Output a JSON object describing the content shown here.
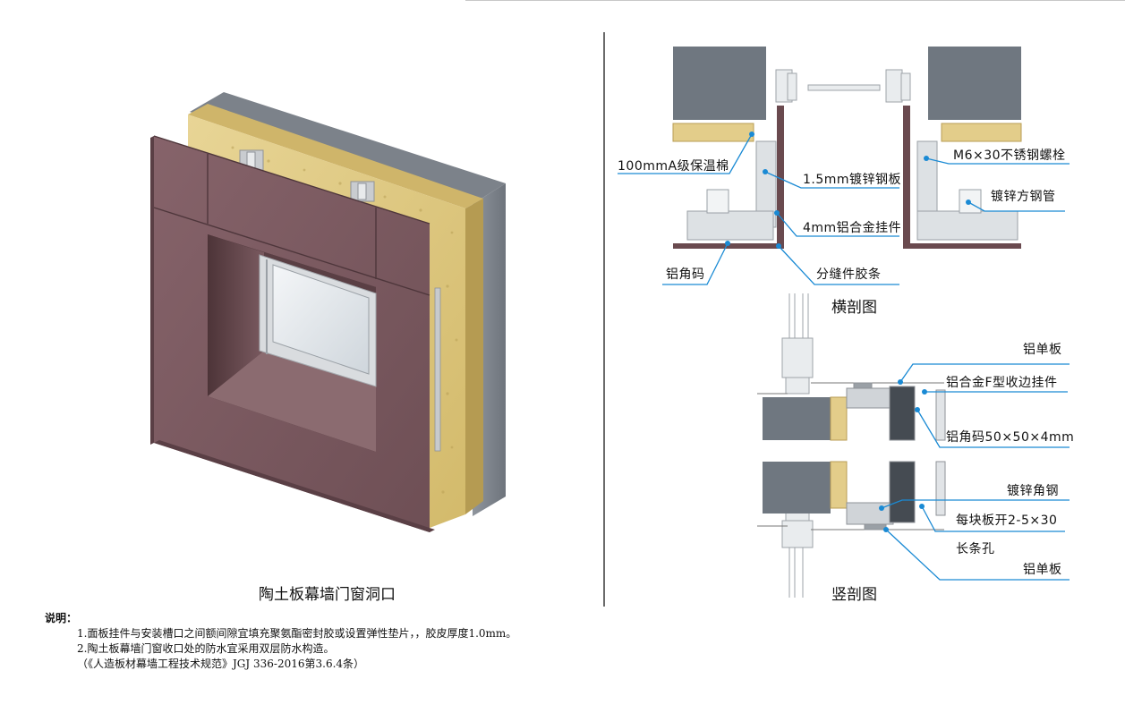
{
  "colors": {
    "panel": "#7d5a60",
    "panel_dark": "#5e4147",
    "insulation": "#e3cd8a",
    "wall": "#8a9099",
    "leader": "#1a8ad4",
    "divider": "#6b6b6b"
  },
  "left": {
    "caption": "陶土板幕墙门窗洞口"
  },
  "right": {
    "horizontal": {
      "caption": "横剖图",
      "labels": {
        "insulation": "100mmA级保温棉",
        "steel_plate": "1.5mm镀锌钢板",
        "bolt": "M6×30不锈钢螺栓",
        "square_tube": "镀锌方钢管",
        "hanger": "4mm铝合金挂件",
        "angle_code": "铝角码",
        "joint_strip": "分缝件胶条"
      }
    },
    "vertical": {
      "caption": "竖剖图",
      "labels": {
        "single_panel_top": "铝单板",
        "f_hanger": "铝合金F型收边挂件",
        "angle_code": "铝角码50×50×4mm",
        "angle_steel": "镀锌角钢",
        "slot_holes": "每块板开2-5×30",
        "slot_holes_2": "长条孔",
        "single_panel_bottom": "铝单板"
      }
    }
  },
  "notes": {
    "title": "说明：",
    "lines": [
      "1.面板挂件与安装槽口之间额间隙宜填充聚氨酯密封胶或设置弹性垫片，，胶皮厚度1.0mm。",
      "2.陶土板幕墙门窗收口处的防水宜采用双层防水构造。",
      "（《人造板材幕墙工程技术规范》JGJ 336-2016第3.6.4条）"
    ]
  }
}
